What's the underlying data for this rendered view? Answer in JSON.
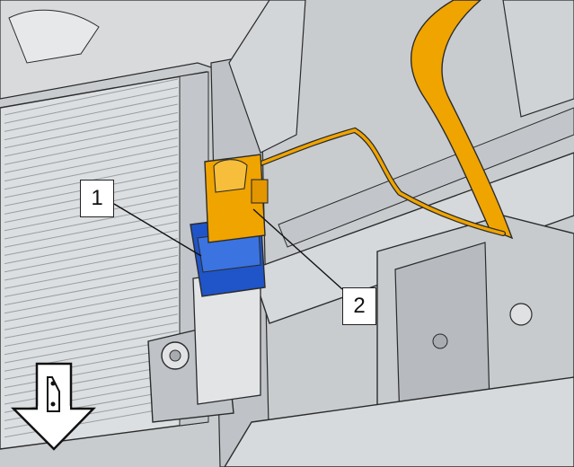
{
  "callouts": [
    {
      "label": "1",
      "part": "blue-connector-seal"
    },
    {
      "label": "2",
      "part": "orange-sensor-connector"
    }
  ],
  "colors": {
    "background": "#c9cccf",
    "metal_light": "#e3e5e7",
    "metal_mid": "#b8bcc0",
    "metal_dark": "#8e9296",
    "outline": "#2b2b2b",
    "highlight_orange": "#f0a400",
    "highlight_blue": "#1f55c8"
  },
  "icons": {
    "direction_arrow": "front-direction-arrow-icon"
  }
}
